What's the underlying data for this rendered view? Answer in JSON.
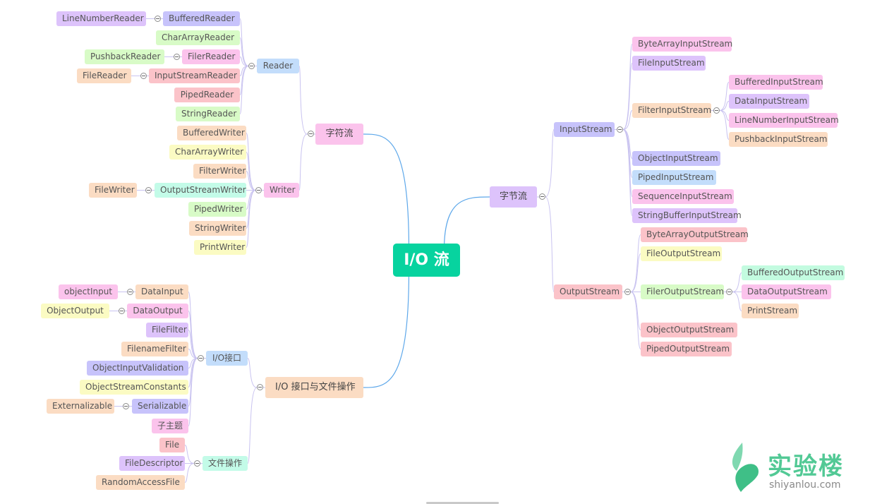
{
  "root": {
    "id": "root",
    "label": "I/O 流"
  },
  "nodes": [
    {
      "id": "zifu",
      "label": "字符流",
      "parent": "root",
      "color": "#fbc3ec"
    },
    {
      "id": "reader",
      "label": "Reader",
      "parent": "zifu",
      "color": "#c3ddfb"
    },
    {
      "id": "bufferedreader",
      "label": "BufferedReader",
      "parent": "reader",
      "color": "#c7c3fb"
    },
    {
      "id": "linenumberreader",
      "label": "LineNumberReader",
      "parent": "bufferedreader",
      "color": "#ddc3fb"
    },
    {
      "id": "chararrayreader",
      "label": "CharArrayReader",
      "parent": "reader",
      "color": "#d8fbc7"
    },
    {
      "id": "filerreader",
      "label": "FilerReader",
      "parent": "reader",
      "color": "#fbc3ec"
    },
    {
      "id": "pushbackreader",
      "label": "PushbackReader",
      "parent": "filerreader",
      "color": "#d8fbc7"
    },
    {
      "id": "inputstreamreader",
      "label": "InputStreamReader",
      "parent": "reader",
      "color": "#fbc3c9"
    },
    {
      "id": "filereader",
      "label": "FileReader",
      "parent": "inputstreamreader",
      "color": "#fbdcc3"
    },
    {
      "id": "pipedreader",
      "label": "PipedReader",
      "parent": "reader",
      "color": "#fbc3c9"
    },
    {
      "id": "stringreader",
      "label": "StringReader",
      "parent": "reader",
      "color": "#d8fbc7"
    },
    {
      "id": "writer",
      "label": "Writer",
      "parent": "zifu",
      "color": "#fbc3ec"
    },
    {
      "id": "bufferedwriter",
      "label": "BufferedWriter",
      "parent": "writer",
      "color": "#fbdcc3"
    },
    {
      "id": "chararraywriter",
      "label": "CharArrayWriter",
      "parent": "writer",
      "color": "#fbfbc3"
    },
    {
      "id": "filterwriter",
      "label": "FilterWriter",
      "parent": "writer",
      "color": "#fbdcc3"
    },
    {
      "id": "outputstreamwriter",
      "label": "OutputStreamWriter",
      "parent": "writer",
      "color": "#c3fbe8"
    },
    {
      "id": "filewriter",
      "label": "FileWriter",
      "parent": "outputstreamwriter",
      "color": "#fbdcc3"
    },
    {
      "id": "pipedwriter",
      "label": "PipedWriter",
      "parent": "writer",
      "color": "#d8fbc7"
    },
    {
      "id": "stringwriter",
      "label": "StringWriter",
      "parent": "writer",
      "color": "#fbdcc3"
    },
    {
      "id": "printwriter",
      "label": "PrintWriter",
      "parent": "writer",
      "color": "#fbfbc3"
    },
    {
      "id": "iojiekou",
      "label": "I/O 接口与文件操作",
      "parent": "root",
      "color": "#fbdcc3"
    },
    {
      "id": "iojk",
      "label": "I/O接口",
      "parent": "iojiekou",
      "color": "#c3ddfb"
    },
    {
      "id": "datainput",
      "label": "DataInput",
      "parent": "iojk",
      "color": "#fbdcc3"
    },
    {
      "id": "objectinput",
      "label": "objectInput",
      "parent": "datainput",
      "color": "#fbc3ec"
    },
    {
      "id": "dataoutput",
      "label": "DataOutput",
      "parent": "iojk",
      "color": "#fbc3ec"
    },
    {
      "id": "objectoutput",
      "label": "ObjectOutput",
      "parent": "dataoutput",
      "color": "#fbfbc3"
    },
    {
      "id": "filefilter",
      "label": "FileFilter",
      "parent": "iojk",
      "color": "#ddc3fb"
    },
    {
      "id": "filenamefilter",
      "label": "FilenameFilter",
      "parent": "iojk",
      "color": "#fbdcc3"
    },
    {
      "id": "objectinputvalidation",
      "label": "ObjectInputValidation",
      "parent": "iojk",
      "color": "#c7c3fb"
    },
    {
      "id": "objectstreamconstants",
      "label": "ObjectStreamConstants",
      "parent": "iojk",
      "color": "#fbfbc3"
    },
    {
      "id": "serializable",
      "label": "Serializable",
      "parent": "iojk",
      "color": "#c7c3fb"
    },
    {
      "id": "externalizable",
      "label": "Externalizable",
      "parent": "serializable",
      "color": "#fbdcc3"
    },
    {
      "id": "zizhuti",
      "label": "子主题",
      "parent": "iojk",
      "color": "#fbc3ec"
    },
    {
      "id": "wenjian",
      "label": "文件操作",
      "parent": "iojiekou",
      "color": "#c3fbe8"
    },
    {
      "id": "file",
      "label": "File",
      "parent": "wenjian",
      "color": "#fbc3c9"
    },
    {
      "id": "filedescriptor",
      "label": "FileDescriptor",
      "parent": "wenjian",
      "color": "#ddc3fb"
    },
    {
      "id": "randomaccessfile",
      "label": "RandomAccessFile",
      "parent": "wenjian",
      "color": "#fbdcc3"
    },
    {
      "id": "zijie",
      "label": "字节流",
      "parent": "root",
      "color": "#ddc3fb"
    },
    {
      "id": "inputstream",
      "label": "InputStream",
      "parent": "zijie",
      "color": "#c7c3fb"
    },
    {
      "id": "bytearrayinputstream",
      "label": "ByteArrayInputStream",
      "parent": "inputstream",
      "color": "#fbc3ec"
    },
    {
      "id": "fileinputstream",
      "label": "FileInputStream",
      "parent": "inputstream",
      "color": "#ddc3fb"
    },
    {
      "id": "filterinputstream",
      "label": "FilterInputStream",
      "parent": "inputstream",
      "color": "#fbdcc3"
    },
    {
      "id": "bufferedinputstream",
      "label": "BufferedInputStream",
      "parent": "filterinputstream",
      "color": "#fbc3ec"
    },
    {
      "id": "datainputstream",
      "label": "DataInputStream",
      "parent": "filterinputstream",
      "color": "#ddc3fb"
    },
    {
      "id": "linenumberinputstream",
      "label": "LineNumberInputStream",
      "parent": "filterinputstream",
      "color": "#fbc3ec"
    },
    {
      "id": "pushbackinputstream",
      "label": "PushbackInputStream",
      "parent": "filterinputstream",
      "color": "#fbdcc3"
    },
    {
      "id": "objectinputstream",
      "label": "ObjectInputStream",
      "parent": "inputstream",
      "color": "#c7c3fb"
    },
    {
      "id": "pipedinputstream",
      "label": "PipedInputStream",
      "parent": "inputstream",
      "color": "#c3ddfb"
    },
    {
      "id": "sequenceinputstream",
      "label": "SequenceInputStream",
      "parent": "inputstream",
      "color": "#fbc3ec"
    },
    {
      "id": "stringbufferinputstream",
      "label": "StringBufferInputStream",
      "parent": "inputstream",
      "color": "#ddc3fb"
    },
    {
      "id": "outputstream",
      "label": "OutputStream",
      "parent": "zijie",
      "color": "#fbc3c9"
    },
    {
      "id": "bytearrayoutputstream",
      "label": "ByteArrayOutputStream",
      "parent": "outputstream",
      "color": "#fbc3c9"
    },
    {
      "id": "fileoutputstream",
      "label": "FileOutputStream",
      "parent": "outputstream",
      "color": "#fbfbc3"
    },
    {
      "id": "fileroutputstream",
      "label": "FilerOutputStream",
      "parent": "outputstream",
      "color": "#d8fbc7"
    },
    {
      "id": "bufferedoutputstream",
      "label": "BufferedOutputStream",
      "parent": "fileroutputstream",
      "color": "#c3fbe0"
    },
    {
      "id": "dataoutputstream",
      "label": "DataOutputStream",
      "parent": "fileroutputstream",
      "color": "#fbc3ec"
    },
    {
      "id": "printstream",
      "label": "PrintStream",
      "parent": "fileroutputstream",
      "color": "#fbdcc3"
    },
    {
      "id": "objectoutputstream",
      "label": "ObjectOutputStream",
      "parent": "outputstream",
      "color": "#fbc3c9"
    },
    {
      "id": "pipedoutputstream",
      "label": "PipedOutputStream",
      "parent": "outputstream",
      "color": "#fbc3c9"
    }
  ],
  "colors": {
    "root": "#07d39f",
    "edge": "#c9c3f0",
    "root_edge": "#5ea8ea"
  },
  "brand": {
    "name": "实验楼",
    "url": "shiyanlou.com"
  }
}
